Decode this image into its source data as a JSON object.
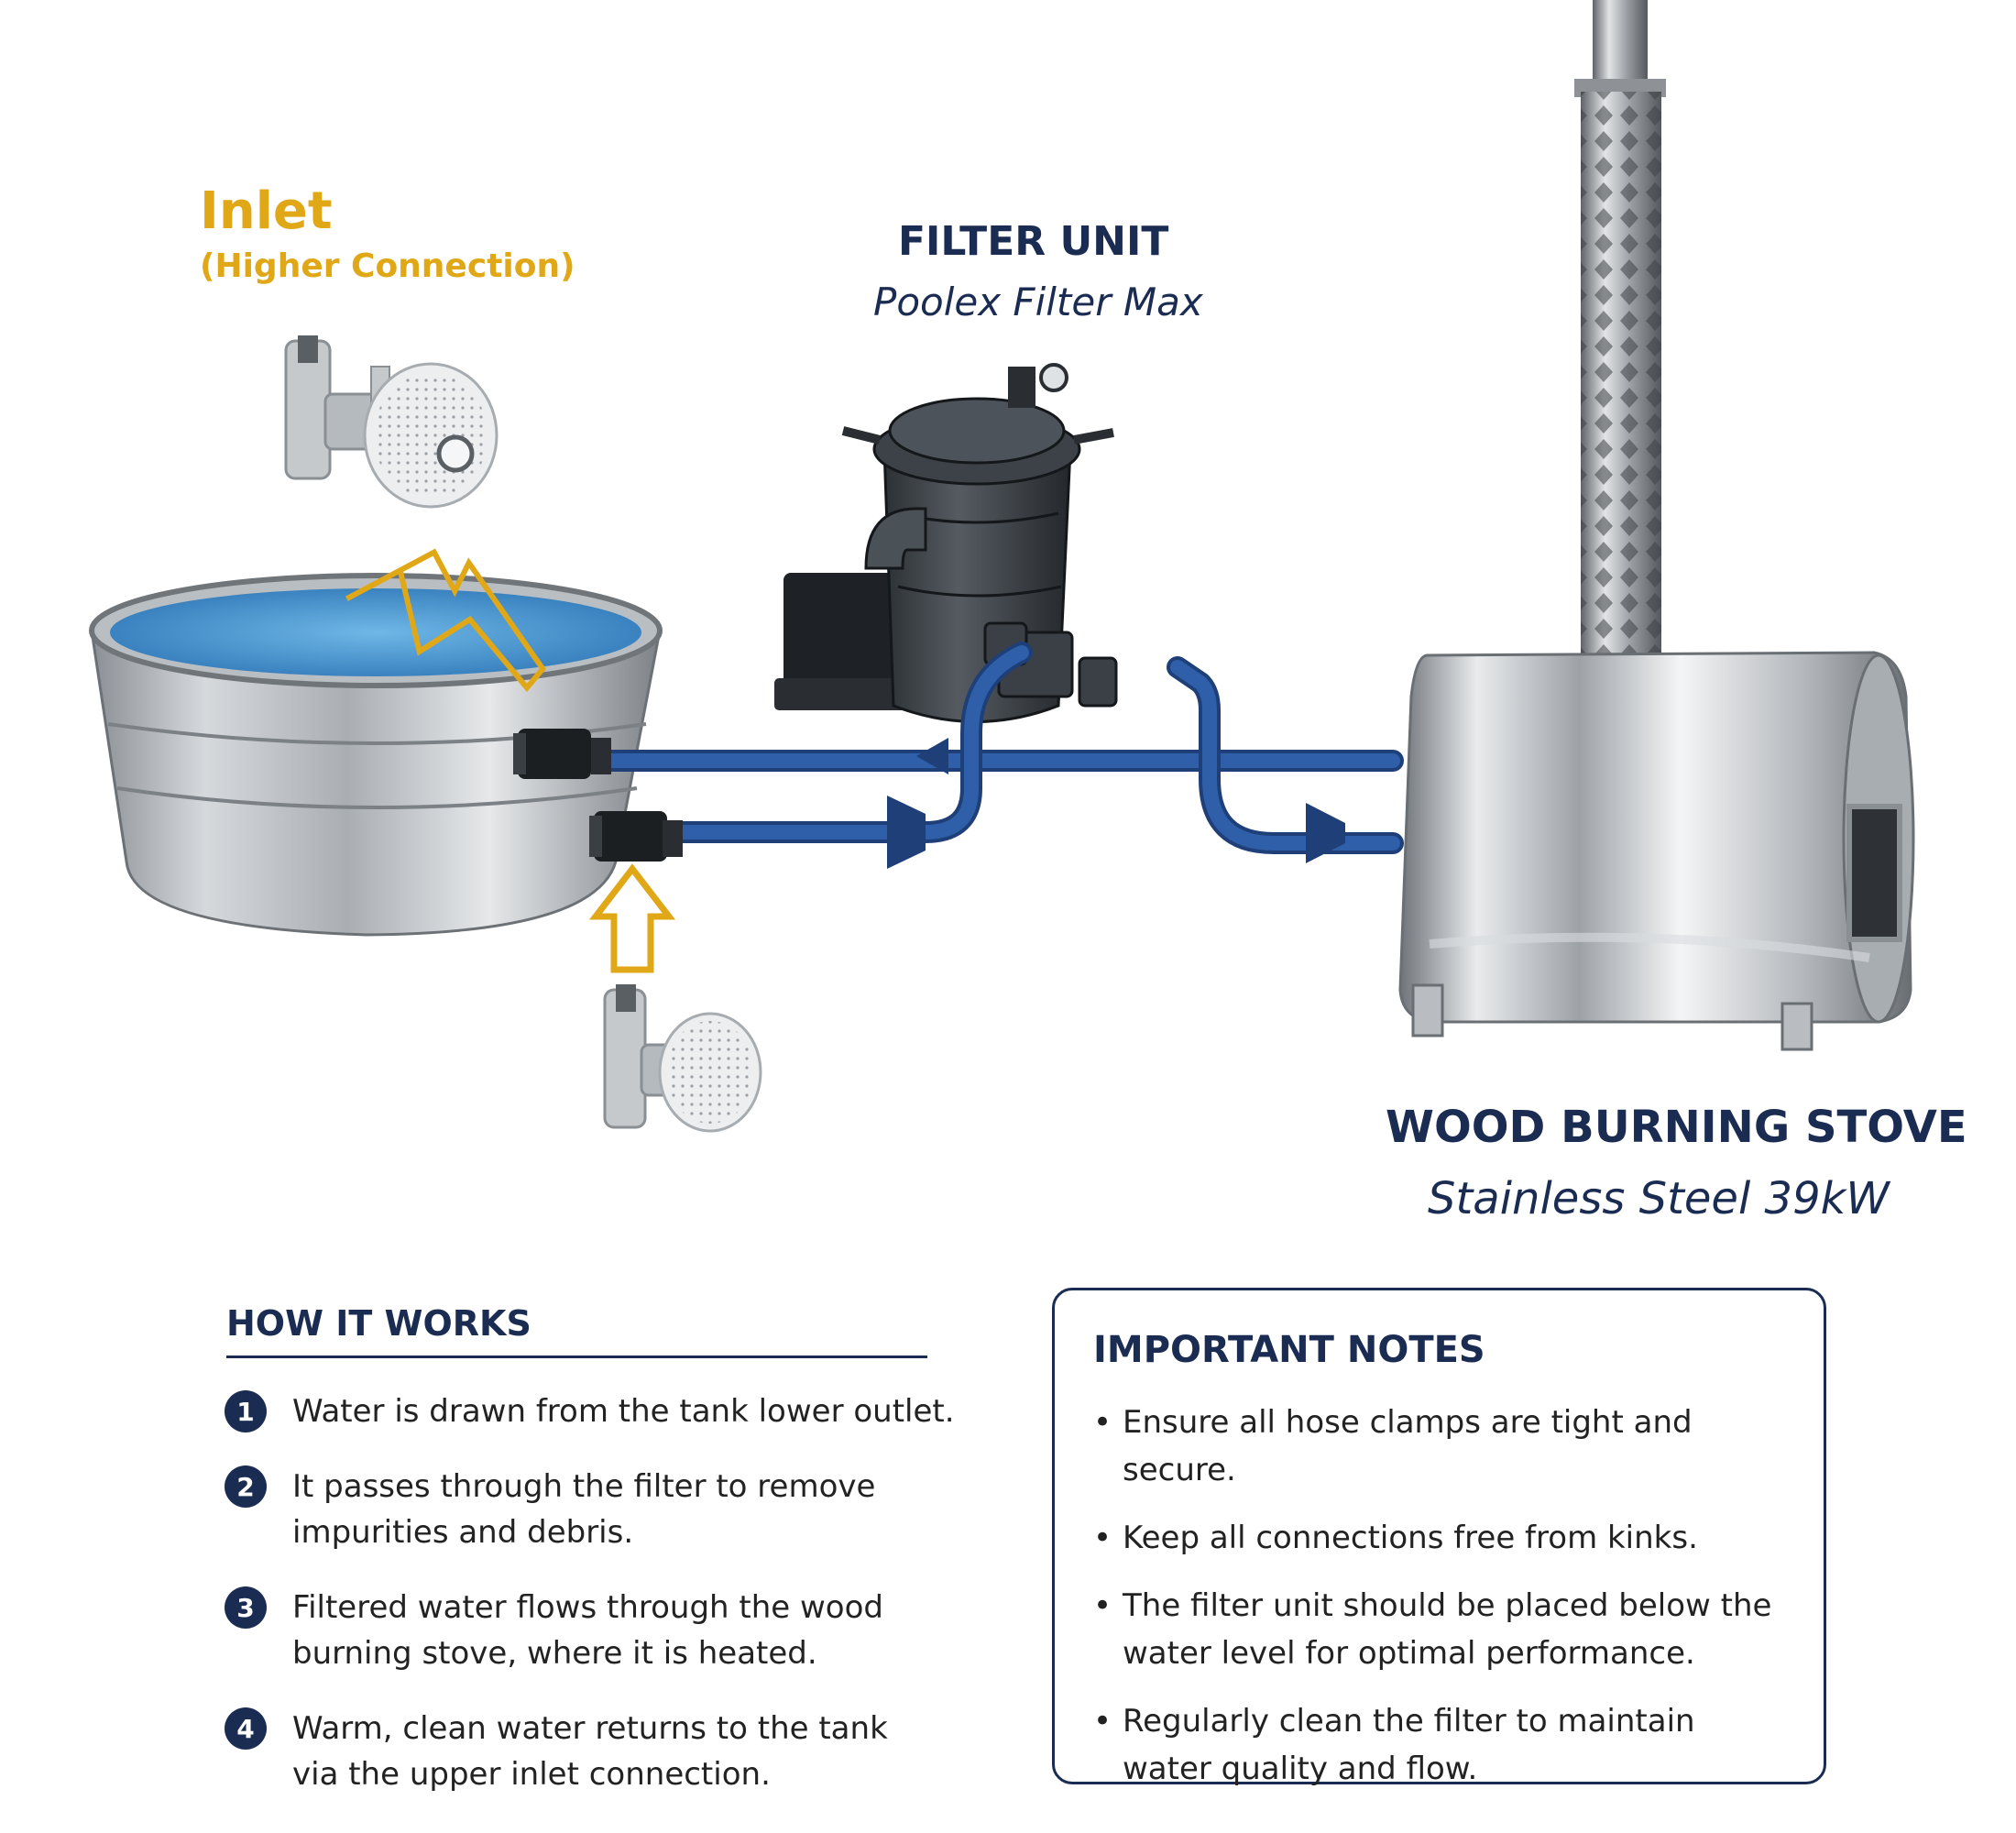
{
  "inlet": {
    "title": "Inlet",
    "subtitle": "(Higher Connection)"
  },
  "filter_unit": {
    "title": "FILTER UNIT",
    "subtitle": "Poolex Filter Max"
  },
  "stove": {
    "title": "WOOD BURNING STOVE",
    "subtitle": "Stainless Steel 39kW"
  },
  "how_it_works": {
    "title": "HOW IT WORKS",
    "steps": [
      {
        "number": "1",
        "lines": [
          "Water is drawn from the tank lower outlet."
        ]
      },
      {
        "number": "2",
        "lines": [
          "It passes through the filter to remove",
          "impurities and debris."
        ]
      },
      {
        "number": "3",
        "lines": [
          "Filtered water flows through the wood",
          "burning stove, where it is heated."
        ]
      },
      {
        "number": "4",
        "lines": [
          "Warm, clean water returns to the tank",
          "via the upper inlet connection."
        ]
      }
    ]
  },
  "important_notes": {
    "title": "IMPORTANT NOTES",
    "items": [
      {
        "lines": [
          "Ensure all hose clamps are tight and secure."
        ]
      },
      {
        "lines": [
          "Keep all connections free from kinks."
        ]
      },
      {
        "lines": [
          "The filter unit should be placed below the",
          "water level for optimal performance."
        ]
      },
      {
        "lines": [
          "Regularly clean the filter to maintain",
          "water quality and flow."
        ]
      }
    ]
  },
  "colors": {
    "navy": "#1B2C52",
    "hose_blue": "#2F5FA8",
    "inlet_yellow": "#E0A817"
  },
  "icons": [
    "pool-fitting-icon",
    "pump-filter-icon",
    "stove-icon",
    "flow-arrow-icon"
  ]
}
